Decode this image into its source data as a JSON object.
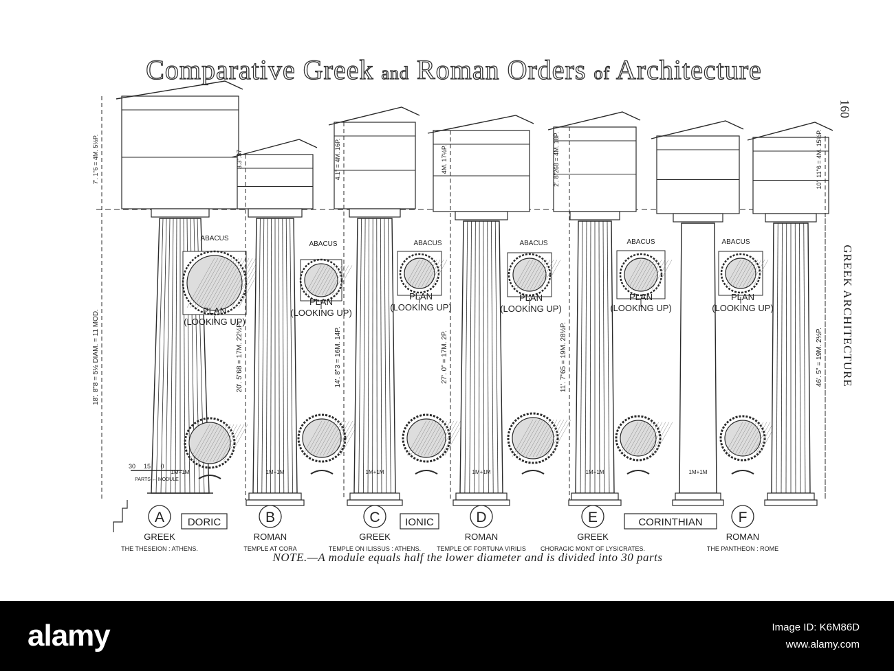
{
  "title": {
    "part1": "Comparative Greek",
    "and": "and",
    "part2": "Roman Orders",
    "of": "of",
    "part3": "Architecture"
  },
  "page_number": "160",
  "side_label": "GREEK ARCHITECTURE",
  "note": "NOTE.—A module equals half the lower diameter and is divided into 30 parts",
  "columns": [
    {
      "letter": "A",
      "origin": "GREEK",
      "place": "THE THESEION : ATHENS.",
      "dim_entab": "7'. 1\"6 = 4M. 5½P.",
      "dim_col": "18'. 8\"8 = 5½ DIAM. = 11 MOD.",
      "module": "1M+1M",
      "plan_label": "PLAN",
      "plan_sub": "(LOOKING UP)",
      "abacus": "ABACUS"
    },
    {
      "letter": "B",
      "origin": "ROMAN",
      "place": "TEMPLE AT CORA",
      "dim_entab": "3.3\".37",
      "dim_col": "20'. 5\"68 = 17M. 22½P.",
      "module": "1M+1M",
      "plan_label": "PLAN",
      "plan_sub": "(LOOKING UP)",
      "abacus": "ABACUS"
    },
    {
      "letter": "C",
      "origin": "GREEK",
      "place": "TEMPLE ON ILISSUS : ATHENS.",
      "dim_entab": "4.1\" = 4M. 16P.",
      "dim_col": "14'. 8\"3 = 16M. 14P.",
      "module": "1M+1M",
      "plan_label": "PLAN",
      "plan_sub": "(LOOKING UP)",
      "abacus": "ABACUS"
    },
    {
      "letter": "D",
      "origin": "ROMAN",
      "place": "TEMPLE OF FORTUNA VIRILIS",
      "dim_entab": "4M. 17½P.",
      "dim_col": "27'. 0\" = 17M. 2P.",
      "module": "1M+1M",
      "plan_label": "PLAN",
      "plan_sub": "(LOOKING UP)",
      "abacus": "ABACUS"
    },
    {
      "letter": "E",
      "origin": "GREEK",
      "place": "CHORAGIC MONT OF LYSICRATES.",
      "dim_entab": "2'. 8\"268 = 4M. 18P.",
      "dim_col": "11'. 7\"65 = 19M. 28½P.",
      "module": "1M+1M",
      "plan_label": "PLAN",
      "plan_sub": "(LOOKING UP)",
      "abacus": "ABACUS"
    },
    {
      "letter": "F",
      "origin": "ROMAN",
      "place": "THE PANTHEON : ROME",
      "dim_entab": "10'. 11\"6 = 4M. 15½P.",
      "dim_col": "46'. 5\" = 19M. 2½P.",
      "module": "1M+1M",
      "plan_label": "PLAN",
      "plan_sub": "(LOOKING UP)",
      "abacus": "ABACUS"
    }
  ],
  "orders": [
    "DORIC",
    "IONIC",
    "CORINTHIAN"
  ],
  "scale": {
    "ticks": [
      "30",
      "15",
      "0"
    ],
    "caption": "PARTS ↔ MODULE"
  },
  "footer": {
    "brand": "alamy",
    "image_id_label": "Image ID: K6M86D",
    "site": "www.alamy.com"
  }
}
